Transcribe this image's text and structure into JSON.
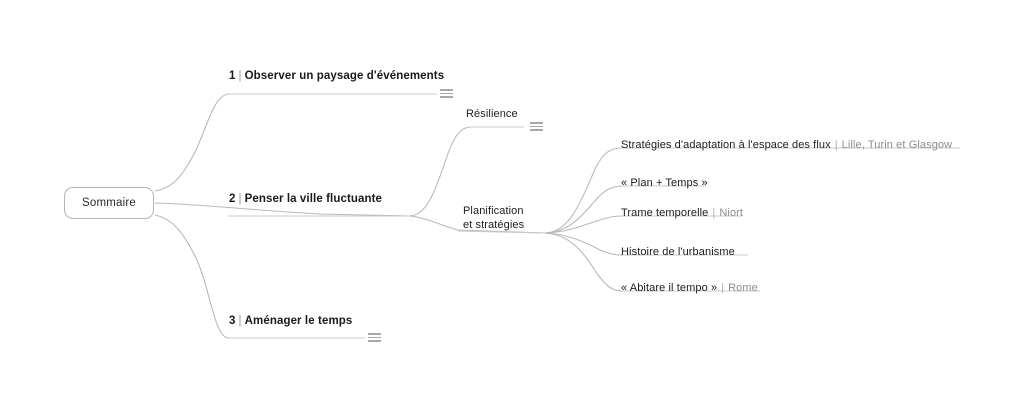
{
  "root": {
    "label": "Sommaire"
  },
  "branches": [
    {
      "index": "1",
      "separator": "|",
      "title": "Observer un paysage d'événements",
      "icon": "hamburger-icon"
    },
    {
      "index": "2",
      "separator": "|",
      "title": "Penser la ville fluctuante"
    },
    {
      "index": "3",
      "separator": "|",
      "title": "Aménager le temps",
      "icon": "hamburger-icon"
    }
  ],
  "subnodes": {
    "resilience": {
      "label": "Résilience",
      "icon": "hamburger-icon"
    },
    "planification": {
      "line1": "Planification",
      "line2": "et stratégies"
    }
  },
  "leaves": [
    {
      "title": "Stratégies d'adaptation à l'espace des flux",
      "separator": "|",
      "detail": "Lille, Turin et Glasgow"
    },
    {
      "title": "« Plan + Temps »",
      "separator": "",
      "detail": ""
    },
    {
      "title": "Trame temporelle",
      "separator": "|",
      "detail": "Niort"
    },
    {
      "title": "Histoire de l'urbanisme",
      "separator": "",
      "detail": ""
    },
    {
      "title": "« Abitare il tempo »",
      "separator": "|",
      "detail": "Rome"
    }
  ],
  "colors": {
    "edge": "#b9b9b9",
    "underline": "#c9c9c9",
    "text": "#1a1a1a",
    "muted": "#8e8e8e",
    "background": "#ffffff"
  }
}
